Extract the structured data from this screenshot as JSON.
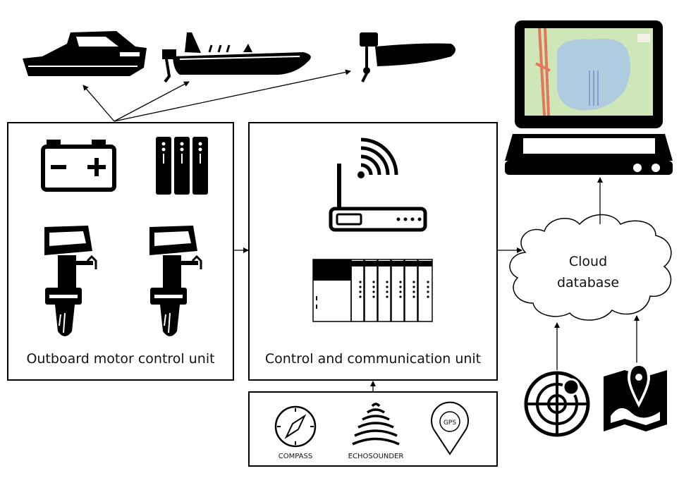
{
  "units": {
    "outboard": {
      "label": "Outboard motor control unit"
    },
    "control": {
      "label": "Control and communication unit"
    }
  },
  "cloud": {
    "line1": "Cloud",
    "line2": "database"
  },
  "sensors": {
    "compass": "COMPASS",
    "echosounder": "ECHOSOUNDER",
    "gps": "GPS"
  },
  "icons": {
    "boats": [
      "cabin-cruiser-icon",
      "rib-boat-icon",
      "inflatable-boat-icon"
    ],
    "power": [
      "battery-icon",
      "battery-pack-icon"
    ],
    "motors": [
      "outboard-motor-icon",
      "outboard-motor-icon"
    ],
    "comms": [
      "wifi-router-icon",
      "plc-controller-icon"
    ],
    "display": "laptop-map-icon",
    "sources": [
      "radar-icon",
      "map-pin-icon"
    ]
  },
  "colors": {
    "stroke": "#000000",
    "map_water": "#aecbe0",
    "map_land": "#cfe6b8",
    "road": "#e2775a"
  }
}
